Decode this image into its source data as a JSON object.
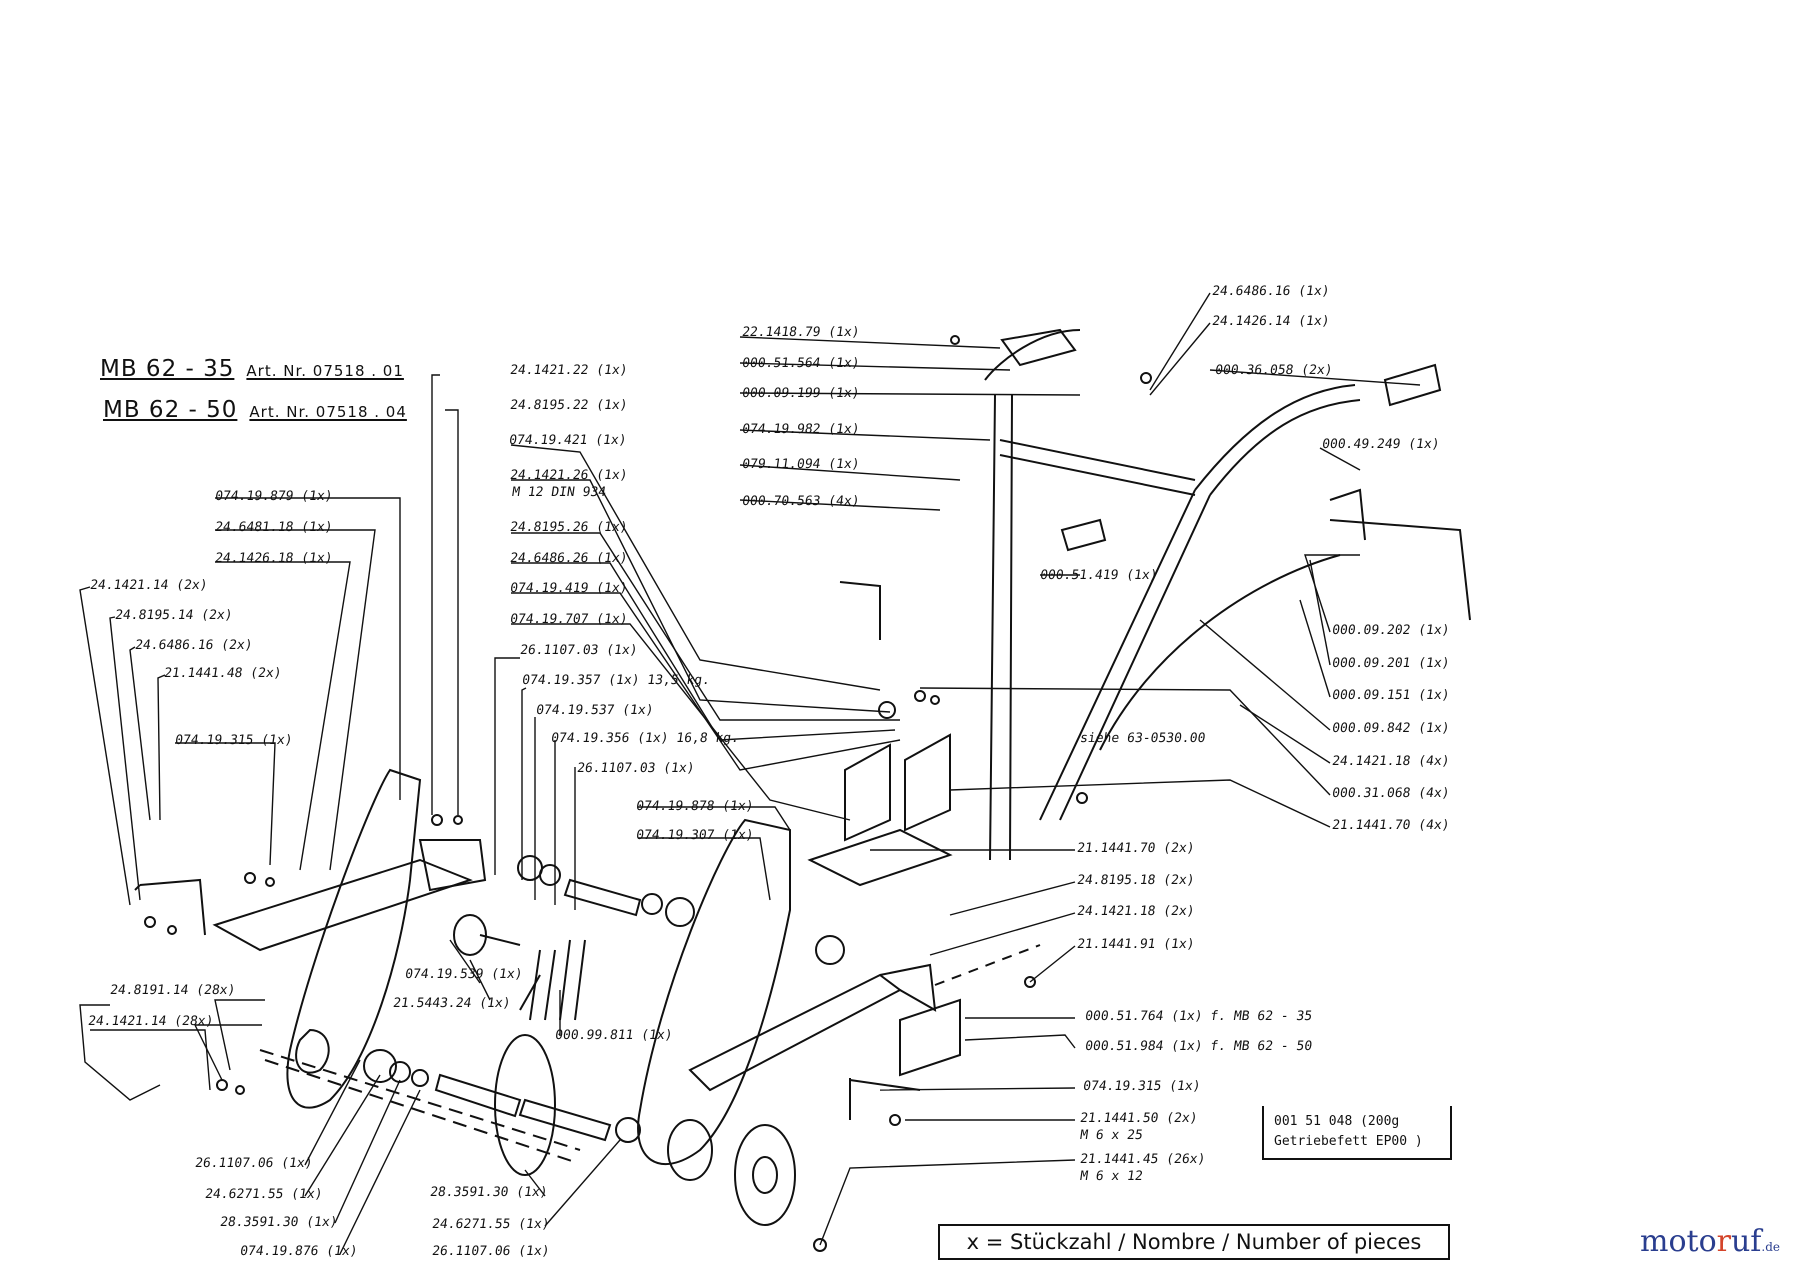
{
  "models": [
    {
      "name": "MB 62 - 35",
      "art": "Art. Nr. 07518 . 01"
    },
    {
      "name": "MB 62 - 50",
      "art": "Art. Nr. 07518 . 04"
    }
  ],
  "labels": [
    "24.1421.22 (1x)",
    "24.8195.22 (1x)",
    "074.19.421 (1x)",
    "24.1421.26 (1x)",
    "M 12  DIN 934",
    "24.8195.26 (1x)",
    "24.6486.26 (1x)",
    "074.19.419 (1x)",
    "074.19.707 (1x)",
    "26.1107.03 (1x)",
    "074.19.357 (1x) 13,5 kg.",
    "074.19.537 (1x)",
    "074.19.356 (1x) 16,8 kg.",
    "26.1107.03 (1x)",
    "074.19.878 (1x)",
    "074.19.307 (1x)",
    "074.19.879 (1x)",
    "24.6481.18 (1x)",
    "24.1426.18 (1x)",
    "24.1421.14 (2x)",
    "24.8195.14 (2x)",
    "24.6486.16 (2x)",
    "21.1441.48 (2x)",
    "074.19.315 (1x)",
    "074.19.539 (1x)",
    "21.5443.24 (1x)",
    "000.99.811 (1x)",
    "24.8191.14 (28x)",
    "24.1421.14 (28x)",
    "26.1107.06 (1x)",
    "24.6271.55 (1x)",
    "28.3591.30 (1x)",
    "074.19.876 (1x)",
    "28.3591.30 (1x)",
    "24.6271.55 (1x)",
    "26.1107.06 (1x)",
    "22.1418.79 (1x)",
    "000.51.564 (1x)",
    "000.09.199 (1x)",
    "074.19.982 (1x)",
    "079.11.094 (1x)",
    "000.70.563 (4x)",
    "000.51.419 (1x)",
    "24.6486.16 (1x)",
    "24.1426.14 (1x)",
    "000.36.058 (2x)",
    "000.49.249 (1x)",
    "000.09.202 (1x)",
    "000.09.201 (1x)",
    "000.09.151 (1x)",
    "000.09.842 (1x)",
    "24.1421.18 (4x)",
    "000.31.068 (4x)",
    "21.1441.70 (4x)",
    "siehe 63-0530.00",
    "21.1441.70 (2x)",
    "24.8195.18 (2x)",
    "24.1421.18 (2x)",
    "21.1441.91 (1x)",
    "000.51.764 (1x) f. MB 62 - 35",
    "000.51.984 (1x) f. MB 62 - 50",
    "074.19.315 (1x)",
    "21.1441.50 (2x)",
    "M 6 x 25",
    "21.1441.45 (26x)",
    "M 6 x 12"
  ],
  "grease": {
    "line1": "001 51 048 (200g",
    "line2": "Getriebefett EP00 )"
  },
  "legend": "x = Stückzahl  /  Nombre  /  Number of pieces",
  "brand": {
    "part1": "moto",
    "part2": "r",
    "part3": "uf",
    "suffix": ".de"
  }
}
